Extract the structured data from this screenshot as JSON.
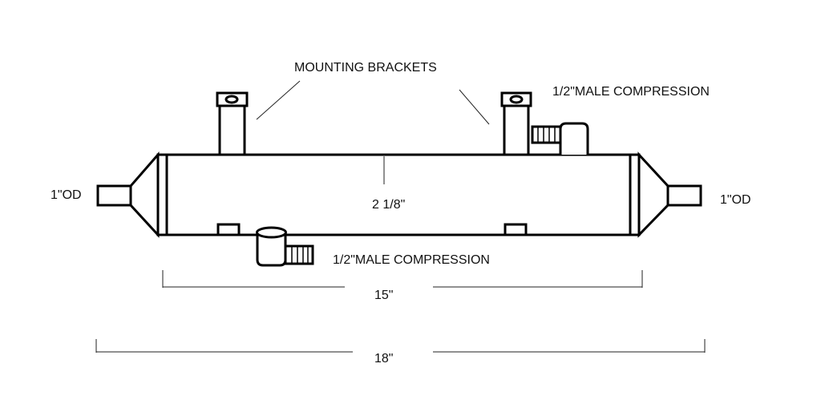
{
  "labels": {
    "mounting_brackets": "MOUNTING BRACKETS",
    "top_fitting": "1/2\"MALE COMPRESSION",
    "bottom_fitting": "1/2\"MALE COMPRESSION",
    "left_od": "1\"OD",
    "right_od": "1\"OD",
    "diameter": "2 1/8\"",
    "body_length": "15\"",
    "overall_length": "18\""
  }
}
